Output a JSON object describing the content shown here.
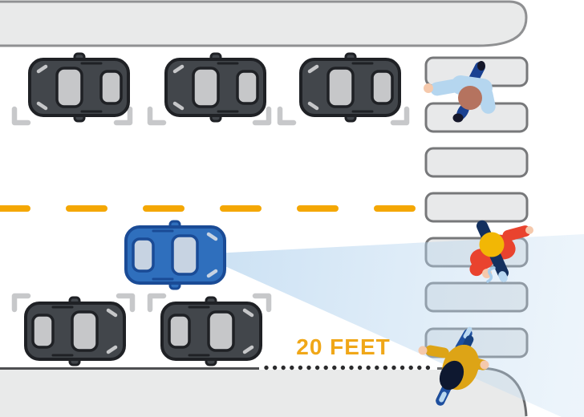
{
  "scene": {
    "description": "top-down street illustration of no-parking distance before a crosswalk",
    "distance_label": "20 FEET",
    "crosswalk_stripe_count": 7,
    "parked_car_count": 5,
    "driving_car_count": 1,
    "people": [
      "pedestrian-walking",
      "scooter-rider",
      "cyclist"
    ]
  },
  "colors": {
    "road": "#ffffff",
    "sidewalk": "#e9eaea",
    "sidewalk_border": "#8f9092",
    "curb_line": "#4e4f51",
    "crosswalk_fill": "#e8e9ea",
    "crosswalk_border": "#77787a",
    "lane_dash": "#f4a704",
    "distance_text": "#f0a718",
    "dot_line": "#2b2b2d",
    "beam_near": "#a9cdec",
    "beam_far": "#c2dcf2",
    "car_dark_body": "#42464b",
    "car_dark_outline": "#1f2125",
    "car_glass": "#c6c7c9",
    "car_blue_body": "#2f6fbd",
    "car_blue_outline": "#1a4b96",
    "car_blue_glass": "#c7d3e2",
    "parking_marker": "#c7c8ca",
    "pedestrian_jacket": "#b5d6ef",
    "pedestrian_head": "#b5735f",
    "pedestrian_navy": "#1a4191",
    "shoe_dark": "#15172a",
    "scooter_jacket": "#e9432e",
    "scooter_head": "#f2b705",
    "scooter_board": "#14305e",
    "scooter_s_mark": "#a8cdeb",
    "cyclist_jacket": "#dda416",
    "cyclist_head": "#0e1830",
    "bike_blue": "#1e4f9f",
    "bike_highlight": "#b9d8f1",
    "skin": "#f5c9ac"
  }
}
